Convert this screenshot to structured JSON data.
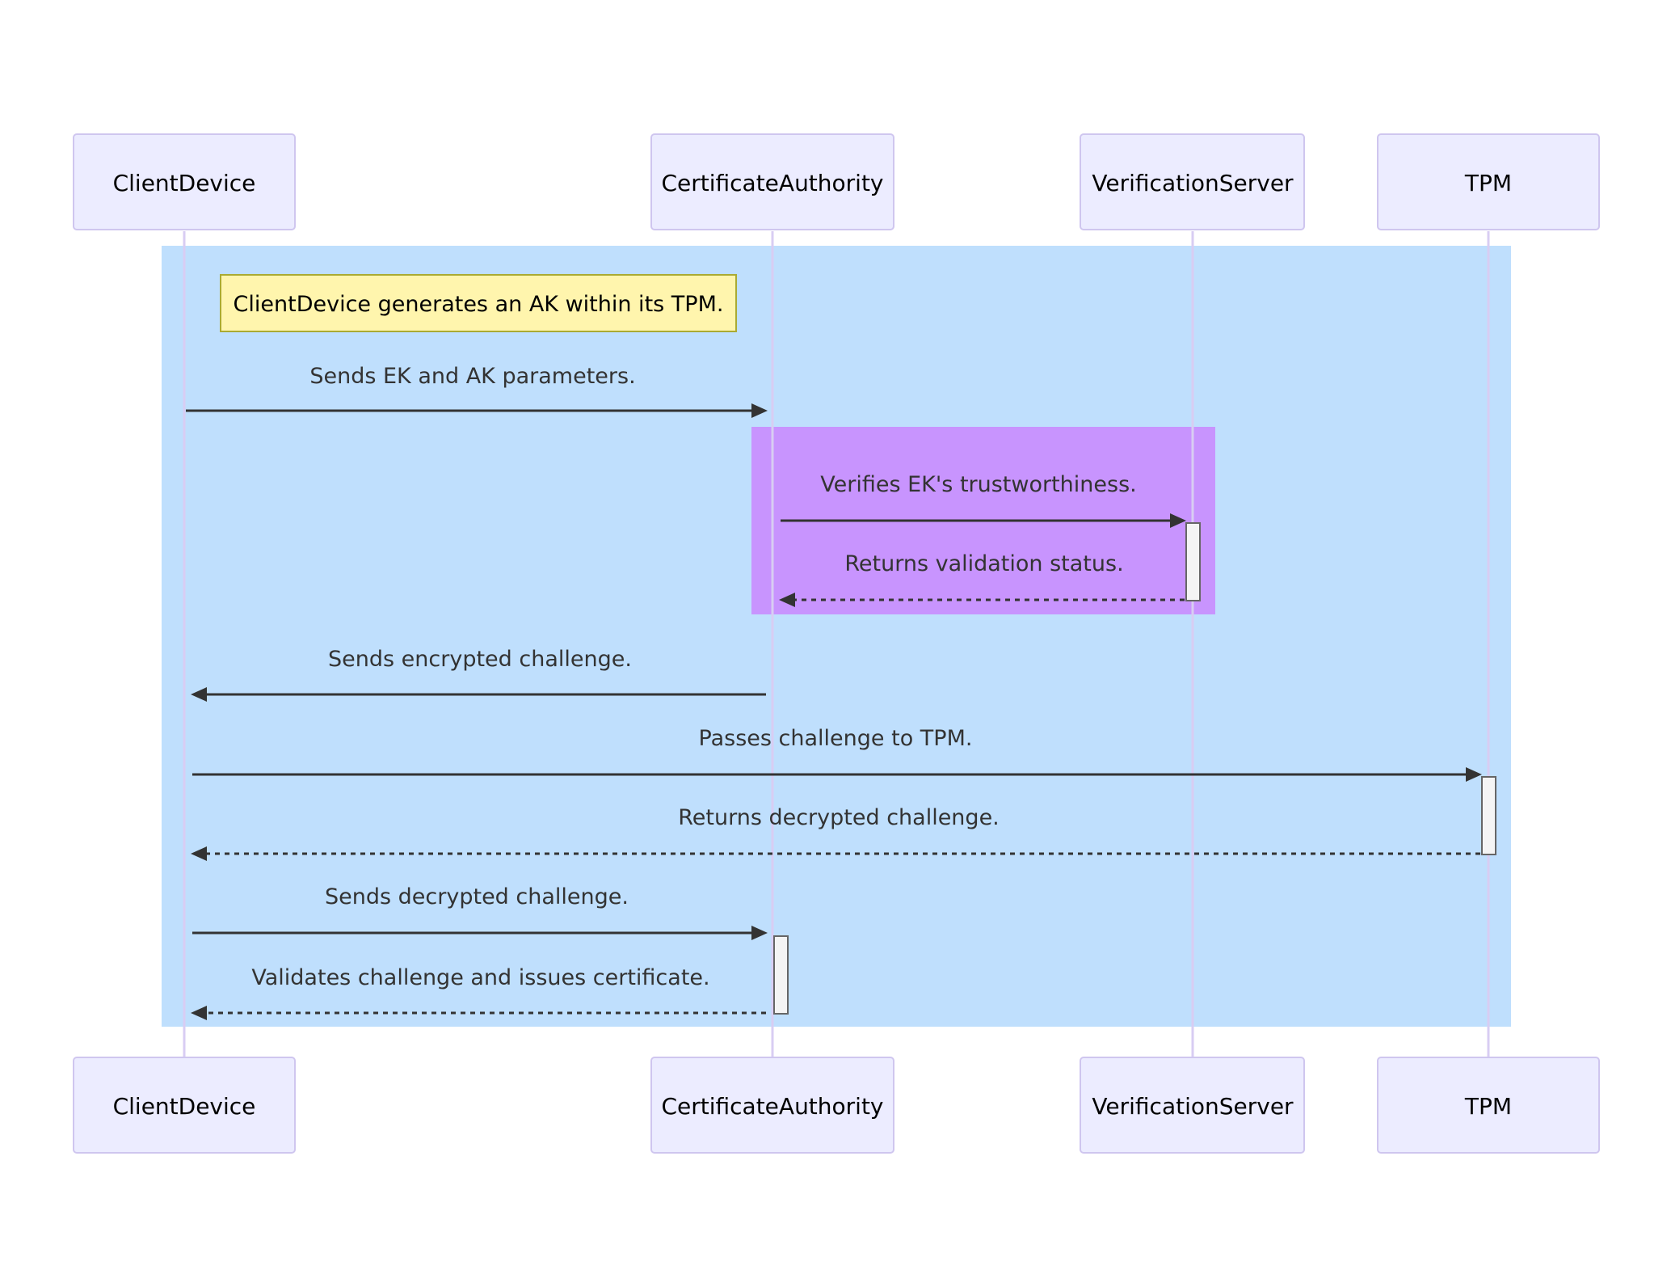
{
  "diagram": {
    "type": "sequence",
    "participants": [
      {
        "id": "client",
        "label": "ClientDevice"
      },
      {
        "id": "ca",
        "label": "CertificateAuthority"
      },
      {
        "id": "vs",
        "label": "VerificationServer"
      },
      {
        "id": "tpm",
        "label": "TPM"
      }
    ],
    "groups": [
      {
        "color": "#bfdffd",
        "label": ""
      },
      {
        "color": "#c894fe",
        "label": ""
      }
    ],
    "note": {
      "over": "client-ca",
      "text": "ClientDevice generates an AK within its TPM."
    },
    "messages": [
      {
        "from": "client",
        "to": "ca",
        "style": "solid",
        "text": "Sends EK and AK parameters."
      },
      {
        "from": "ca",
        "to": "vs",
        "style": "solid",
        "text": "Verifies EK's trustworthiness."
      },
      {
        "from": "vs",
        "to": "ca",
        "style": "dashed",
        "text": "Returns validation status."
      },
      {
        "from": "ca",
        "to": "client",
        "style": "solid",
        "text": "Sends encrypted challenge."
      },
      {
        "from": "client",
        "to": "tpm",
        "style": "solid",
        "text": "Passes challenge to TPM."
      },
      {
        "from": "tpm",
        "to": "client",
        "style": "dashed",
        "text": "Returns decrypted challenge."
      },
      {
        "from": "client",
        "to": "ca",
        "style": "solid",
        "text": "Sends decrypted challenge."
      },
      {
        "from": "ca",
        "to": "client",
        "style": "dashed",
        "text": "Validates challenge and issues certificate."
      }
    ],
    "colors": {
      "actor_fill": "#ececff",
      "actor_border": "#cfc6ef",
      "outer_rect": "#bfdffd",
      "inner_rect": "#c894fe",
      "note_fill": "#fff5ad",
      "line": "#333333"
    }
  }
}
